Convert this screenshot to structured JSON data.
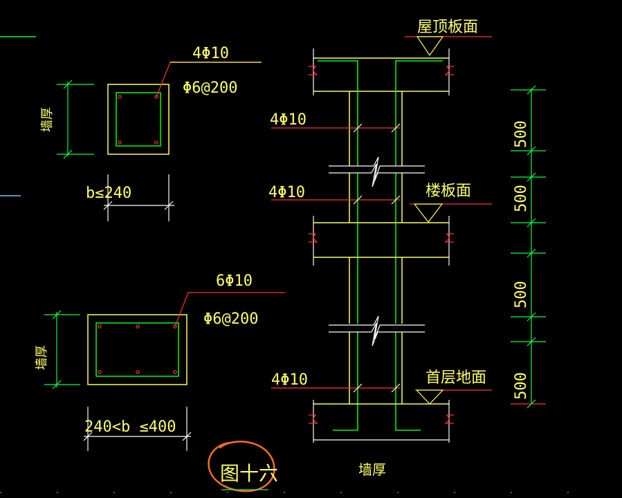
{
  "colors": {
    "background": "#000000",
    "concrete": "#ffff55",
    "rebar": "#00ff00",
    "leader": "#ff3333",
    "dimension": "#00ff44",
    "text": "#ffff66",
    "circle": "#ff6a2a",
    "cad_white": "#ffffff",
    "cad_cyan": "#66ccff"
  },
  "section_small": {
    "main_bars": "4Φ10",
    "stirrup": "Φ6@200",
    "wall_thickness_label": "墙厚",
    "width_label": "b≤240"
  },
  "section_large": {
    "main_bars": "6Φ10",
    "stirrup": "Φ6@200",
    "wall_thickness_label": "墙厚",
    "width_label": "240<b ≤400"
  },
  "elevation": {
    "roof_label": "屋顶板面",
    "floor_label": "楼板面",
    "ground_label": "首层地面",
    "bar_labels": [
      "4Φ10",
      "4Φ10",
      "4Φ10"
    ],
    "wall_thickness_label": "墙厚",
    "dimensions": [
      "500",
      "500",
      "500",
      "500"
    ]
  },
  "figure_label": "图十六"
}
